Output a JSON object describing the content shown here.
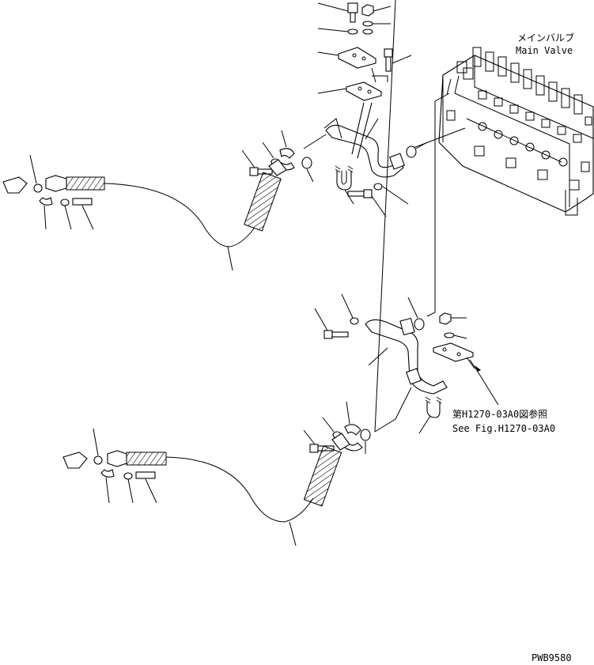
{
  "labels": {
    "main_valve_jp": "メインバルブ",
    "main_valve_en": "Main Valve",
    "ref_jp": "第H1270-03A0図参照",
    "ref_en": "See Fig.H1270-03A0",
    "drawing_code": "PWB9580"
  }
}
